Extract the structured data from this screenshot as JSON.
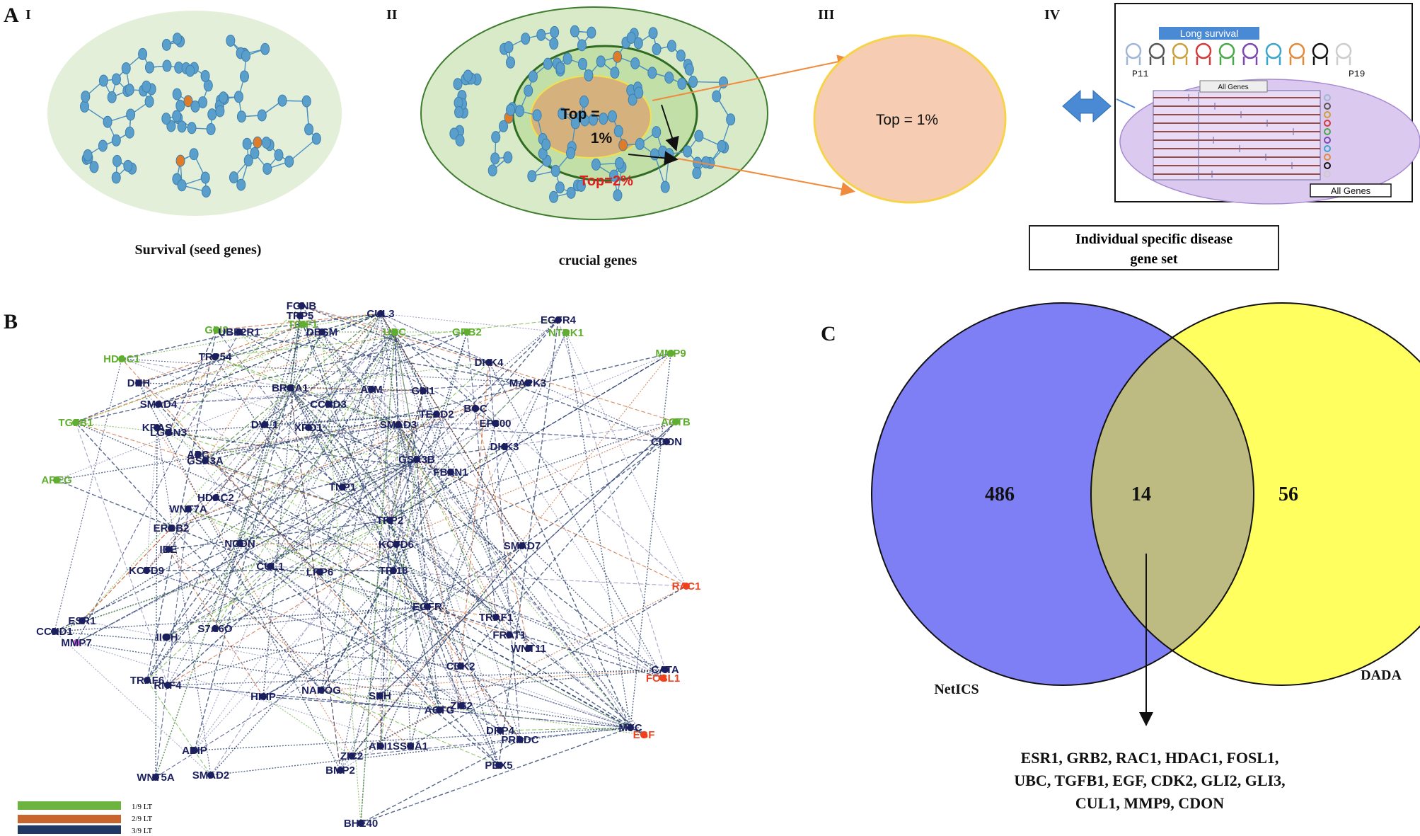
{
  "panel_a": {
    "letter": "A",
    "stages": [
      "I",
      "II",
      "III",
      "IV"
    ],
    "survival_caption": "Survival (seed genes)",
    "crucial_caption": "crucial genes",
    "top1_label": "Top = 1%",
    "top1_inner_line1": "Top =",
    "top1_inner_line2": "1%",
    "top2_label": "Top=2%",
    "long_survival_label": "Long survival",
    "patient_first": "P11",
    "patient_last": "P19",
    "all_genes_top": "All Genes",
    "all_genes_bottom": "All Genes",
    "individual_box_line1": "Individual specific disease",
    "individual_box_line2": "gene set",
    "colors": {
      "network_node": "#5a9fcc",
      "seed_node": "#e07b2a",
      "outer_ellipse": "#e3efd9",
      "inner_green": "#c7e3b0",
      "core_orange": "#d9b27c",
      "top1_ellipse": "#f7cdb2",
      "arrow_orange": "#f08a3c",
      "double_arrow": "#4a8ad4",
      "purple_ellipse": "#dcc9ef"
    }
  },
  "panel_b": {
    "letter": "B",
    "nodes": [
      {
        "label": "FGNB",
        "color": "dark"
      },
      {
        "label": "TRP5",
        "color": "dark"
      },
      {
        "label": "TGIF1",
        "color": "green"
      },
      {
        "label": "CUL3",
        "color": "dark"
      },
      {
        "label": "EGFR4",
        "color": "dark"
      },
      {
        "label": "GLI2",
        "color": "green"
      },
      {
        "label": "UBE2R1",
        "color": "dark"
      },
      {
        "label": "DBSM",
        "color": "dark"
      },
      {
        "label": "UBC",
        "color": "green"
      },
      {
        "label": "GRB2",
        "color": "green"
      },
      {
        "label": "NTRK1",
        "color": "green"
      },
      {
        "label": "MMP9",
        "color": "green"
      },
      {
        "label": "HDAC1",
        "color": "green"
      },
      {
        "label": "TRP54",
        "color": "dark"
      },
      {
        "label": "DHK4",
        "color": "dark"
      },
      {
        "label": "DHH",
        "color": "dark"
      },
      {
        "label": "BRCA1",
        "color": "dark"
      },
      {
        "label": "ATM",
        "color": "dark"
      },
      {
        "label": "GLI1",
        "color": "dark"
      },
      {
        "label": "MAPK3",
        "color": "dark"
      },
      {
        "label": "SMAD4",
        "color": "dark"
      },
      {
        "label": "CCND3",
        "color": "dark"
      },
      {
        "label": "TEAD2",
        "color": "dark"
      },
      {
        "label": "BOC",
        "color": "dark"
      },
      {
        "label": "TGFB1",
        "color": "green"
      },
      {
        "label": "KRAS",
        "color": "dark"
      },
      {
        "label": "DVL1",
        "color": "dark"
      },
      {
        "label": "XPO1",
        "color": "dark"
      },
      {
        "label": "SMAD3",
        "color": "dark"
      },
      {
        "label": "EP300",
        "color": "dark"
      },
      {
        "label": "ACTB",
        "color": "green"
      },
      {
        "label": "LGGN3",
        "color": "dark"
      },
      {
        "label": "DHK3",
        "color": "dark"
      },
      {
        "label": "CDON",
        "color": "dark"
      },
      {
        "label": "APC",
        "color": "dark"
      },
      {
        "label": "GSK3A",
        "color": "dark"
      },
      {
        "label": "GSK3B",
        "color": "dark"
      },
      {
        "label": "FBXN1",
        "color": "dark"
      },
      {
        "label": "AREG",
        "color": "green"
      },
      {
        "label": "TNP1",
        "color": "dark"
      },
      {
        "label": "HDAC2",
        "color": "dark"
      },
      {
        "label": "WNT7A",
        "color": "dark"
      },
      {
        "label": "TRP2",
        "color": "dark"
      },
      {
        "label": "ERBB2",
        "color": "dark"
      },
      {
        "label": "SMAD7",
        "color": "dark"
      },
      {
        "label": "NCDN",
        "color": "dark"
      },
      {
        "label": "KCTD6",
        "color": "dark"
      },
      {
        "label": "IDE",
        "color": "dark"
      },
      {
        "label": "KCTD9",
        "color": "dark"
      },
      {
        "label": "CUL1",
        "color": "dark"
      },
      {
        "label": "LRP6",
        "color": "dark"
      },
      {
        "label": "TRI18",
        "color": "dark"
      },
      {
        "label": "RAC1",
        "color": "red"
      },
      {
        "label": "EGFR",
        "color": "dark"
      },
      {
        "label": "ESR1",
        "color": "dark"
      },
      {
        "label": "TRAF1",
        "color": "dark"
      },
      {
        "label": "CCND1",
        "color": "dark"
      },
      {
        "label": "MMP7",
        "color": "dark"
      },
      {
        "label": "S7A6O",
        "color": "dark"
      },
      {
        "label": "FRAT1",
        "color": "dark"
      },
      {
        "label": "IIGH",
        "color": "dark"
      },
      {
        "label": "WNT11",
        "color": "dark"
      },
      {
        "label": "CATA",
        "color": "dark"
      },
      {
        "label": "FOSL1",
        "color": "red"
      },
      {
        "label": "TRAF6",
        "color": "dark"
      },
      {
        "label": "RNF4",
        "color": "dark"
      },
      {
        "label": "CDK2",
        "color": "dark"
      },
      {
        "label": "HHIP",
        "color": "dark"
      },
      {
        "label": "NANOG",
        "color": "dark"
      },
      {
        "label": "SHH",
        "color": "dark"
      },
      {
        "label": "ZIS2",
        "color": "dark"
      },
      {
        "label": "ACTG",
        "color": "dark"
      },
      {
        "label": "MYC",
        "color": "dark"
      },
      {
        "label": "DRP4",
        "color": "dark"
      },
      {
        "label": "EGF",
        "color": "red"
      },
      {
        "label": "PRRDC",
        "color": "dark"
      },
      {
        "label": "ADIP",
        "color": "dark"
      },
      {
        "label": "ARI1",
        "color": "dark"
      },
      {
        "label": "SSNA1",
        "color": "dark"
      },
      {
        "label": "ZIC2",
        "color": "dark"
      },
      {
        "label": "SMAD2",
        "color": "dark"
      },
      {
        "label": "BMP2",
        "color": "dark"
      },
      {
        "label": "PBX5",
        "color": "dark"
      },
      {
        "label": "WNT5A",
        "color": "dark"
      },
      {
        "label": "BHE40",
        "color": "dark"
      }
    ],
    "legend": [
      {
        "label": "1/9 LT",
        "color": "#6db33f"
      },
      {
        "label": "2/9 LT",
        "color": "#c8642e"
      },
      {
        "label": "3/9 LT",
        "color": "#1f3864"
      }
    ],
    "colors": {
      "dark": "#1b1f5e",
      "green": "#5fae2e",
      "red": "#f0401c"
    }
  },
  "panel_c": {
    "letter": "C",
    "left_label": "NetICS",
    "right_label": "DADA",
    "left_only": "486",
    "overlap": "14",
    "right_only": "56",
    "colors": {
      "left": "#7f7ff5",
      "right": "#ffff5f",
      "overlap": "#bdbb82"
    },
    "overlap_genes": [
      "ESR1, GRB2, RAC1, HDAC1, FOSL1,",
      "UBC, TGFB1, EGF, CDK2, GLI2, GLI3,",
      "CUL1, MMP9, CDON"
    ]
  }
}
